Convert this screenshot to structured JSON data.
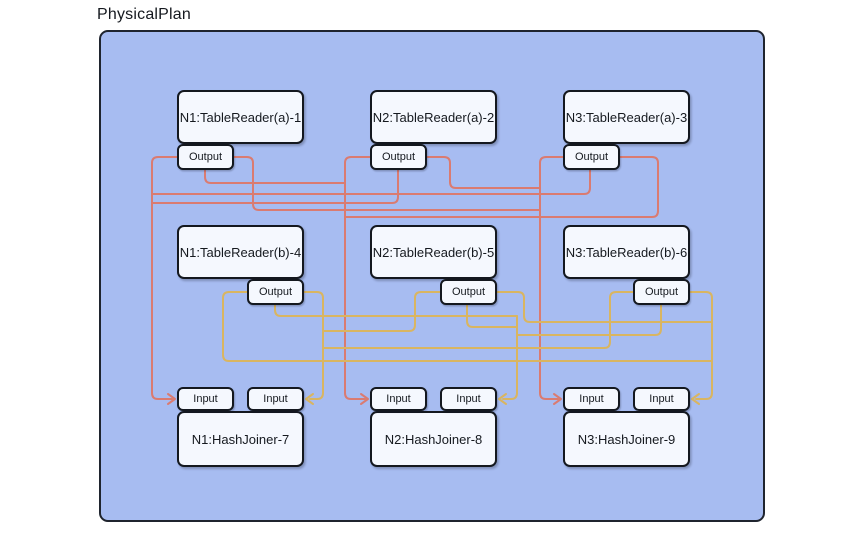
{
  "title": "PhysicalPlan",
  "labels": {
    "output": "Output",
    "input": "Input"
  },
  "node_labels": {
    "a1": "N1:TableReader(a)-1",
    "a2": "N2:TableReader(a)-2",
    "a3": "N3:TableReader(a)-3",
    "b4": "N1:TableReader(b)-4",
    "b5": "N2:TableReader(b)-5",
    "b6": "N3:TableReader(b)-6",
    "j7": "N1:HashJoiner-7",
    "j8": "N2:HashJoiner-8",
    "j9": "N3:HashJoiner-9"
  },
  "colors": {
    "background": "#ffffff",
    "container_fill": "#a7bcf1",
    "container_border": "#1f242e",
    "node_fill": "#f5f8fe",
    "node_border": "#14181f",
    "edge_red": "#da7b71",
    "edge_yellow": "#d9b561",
    "text": "#15191f"
  },
  "edges": [
    {
      "from": "N1:TableReader(a)-1.Output",
      "to": "N1:HashJoiner-7.Input(left)",
      "color": "red"
    },
    {
      "from": "N1:TableReader(a)-1.Output",
      "to": "N2:HashJoiner-8.Input(left)",
      "color": "red"
    },
    {
      "from": "N1:TableReader(a)-1.Output",
      "to": "N3:HashJoiner-9.Input(left)",
      "color": "red"
    },
    {
      "from": "N2:TableReader(a)-2.Output",
      "to": "N1:HashJoiner-7.Input(left)",
      "color": "red"
    },
    {
      "from": "N2:TableReader(a)-2.Output",
      "to": "N2:HashJoiner-8.Input(left)",
      "color": "red"
    },
    {
      "from": "N2:TableReader(a)-2.Output",
      "to": "N3:HashJoiner-9.Input(left)",
      "color": "red"
    },
    {
      "from": "N3:TableReader(a)-3.Output",
      "to": "N1:HashJoiner-7.Input(left)",
      "color": "red"
    },
    {
      "from": "N3:TableReader(a)-3.Output",
      "to": "N2:HashJoiner-8.Input(left)",
      "color": "red"
    },
    {
      "from": "N3:TableReader(a)-3.Output",
      "to": "N3:HashJoiner-9.Input(left)",
      "color": "red"
    },
    {
      "from": "N1:TableReader(b)-4.Output",
      "to": "N1:HashJoiner-7.Input(right)",
      "color": "yellow"
    },
    {
      "from": "N1:TableReader(b)-4.Output",
      "to": "N2:HashJoiner-8.Input(right)",
      "color": "yellow"
    },
    {
      "from": "N1:TableReader(b)-4.Output",
      "to": "N3:HashJoiner-9.Input(right)",
      "color": "yellow"
    },
    {
      "from": "N2:TableReader(b)-5.Output",
      "to": "N1:HashJoiner-7.Input(right)",
      "color": "yellow"
    },
    {
      "from": "N2:TableReader(b)-5.Output",
      "to": "N2:HashJoiner-8.Input(right)",
      "color": "yellow"
    },
    {
      "from": "N2:TableReader(b)-5.Output",
      "to": "N3:HashJoiner-9.Input(right)",
      "color": "yellow"
    },
    {
      "from": "N3:TableReader(b)-6.Output",
      "to": "N1:HashJoiner-7.Input(right)",
      "color": "yellow"
    },
    {
      "from": "N3:TableReader(b)-6.Output",
      "to": "N2:HashJoiner-8.Input(right)",
      "color": "yellow"
    },
    {
      "from": "N3:TableReader(b)-6.Output",
      "to": "N3:HashJoiner-9.Input(right)",
      "color": "yellow"
    }
  ]
}
